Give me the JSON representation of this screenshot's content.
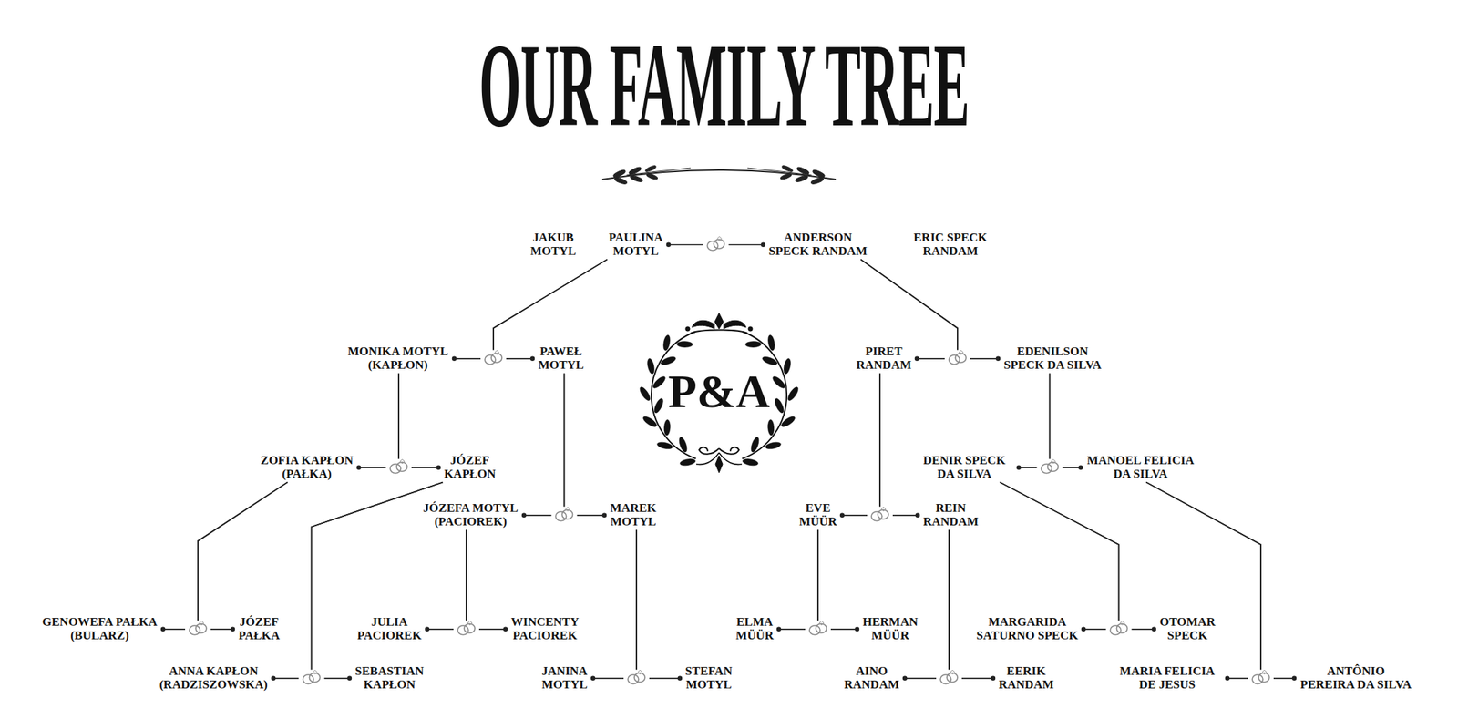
{
  "diagram": {
    "title": "OUR FAMILY TREE",
    "nodes": [
      {
        "text": [
          "JAKUB MOTYL"
        ]
      },
      {
        "text": [
          "PAULINA MOTYL"
        ]
      },
      {
        "text": [
          "ANDERSON SPECK RANDAM"
        ]
      },
      {
        "text": [
          "ERIC SPECK RANDAM"
        ]
      },
      {
        "text": [
          "MONIKA MOTYL (KAPŁON)"
        ]
      },
      {
        "text": [
          "PAWEŁ MOTYL"
        ]
      },
      {
        "text": [
          "PIRET RANDAM"
        ]
      },
      {
        "text": [
          "EDENILSON SPECK DA SILVA"
        ]
      },
      {
        "text": [
          "ZOFIA KAPŁON (PAŁKA)"
        ]
      },
      {
        "text": [
          "JÓZEF KAPŁON"
        ]
      },
      {
        "text": [
          "DENIR SPECK DA SILVA"
        ]
      },
      {
        "text": [
          "MANOEL FELICIA DA SILVA"
        ]
      },
      {
        "text": [
          "JÓZEFA MOTYL (PACIOREK)"
        ]
      },
      {
        "text": [
          "MAREK MOTYL"
        ]
      },
      {
        "text": [
          "EVE MÜÜR"
        ]
      },
      {
        "text": [
          "REIN RANDAM"
        ]
      },
      {
        "text": [
          "GENOWEFA PAŁKA (BULARZ)"
        ]
      },
      {
        "text": [
          "JÓZEF PAŁKA"
        ]
      },
      {
        "text": [
          "JULIA PACIOREK"
        ]
      },
      {
        "text": [
          "WINCENTY PACIOREK"
        ]
      },
      {
        "text": [
          "ELMA MÜÜR"
        ]
      },
      {
        "text": [
          "HERMAN MÜÜR"
        ]
      },
      {
        "text": [
          "MARGARIDA SATURNO SPECK"
        ]
      },
      {
        "text": [
          "OTOMAR SPECK"
        ]
      },
      {
        "text": [
          "ANNA KAPŁON (RADZISZOWSKA)"
        ]
      },
      {
        "text": [
          "SEBASTIAN KAPŁON"
        ]
      },
      {
        "text": [
          "JANINA MOTYL"
        ]
      },
      {
        "text": [
          "STEFAN MOTYL"
        ]
      },
      {
        "text": [
          "AINO RANDAM"
        ]
      },
      {
        "text": [
          "EERIK RANDAM"
        ]
      },
      {
        "text": [
          "MARIA FELICIA DE JESUS"
        ]
      },
      {
        "text": [
          "ANTÔNIO PEREIRA DA SILVA"
        ]
      }
    ],
    "edges": [
      {
        "from": 1,
        "to": 2,
        "arrow": "none"
      },
      {
        "from": 4,
        "to": 5,
        "arrow": "none"
      },
      {
        "from": 6,
        "to": 7,
        "arrow": "none"
      },
      {
        "from": 8,
        "to": 9,
        "arrow": "none"
      },
      {
        "from": 10,
        "to": 11,
        "arrow": "none"
      },
      {
        "from": 12,
        "to": 13,
        "arrow": "none"
      },
      {
        "from": 14,
        "to": 15,
        "arrow": "none"
      },
      {
        "from": 16,
        "to": 17,
        "arrow": "none"
      },
      {
        "from": 18,
        "to": 19,
        "arrow": "none"
      },
      {
        "from": 20,
        "to": 21,
        "arrow": "none"
      },
      {
        "from": 22,
        "to": 23,
        "arrow": "none"
      },
      {
        "from": 24,
        "to": 25,
        "arrow": "none"
      },
      {
        "from": 26,
        "to": 27,
        "arrow": "none"
      },
      {
        "from": 28,
        "to": 29,
        "arrow": "none"
      },
      {
        "from": 30,
        "to": 31,
        "arrow": "none"
      },
      {
        "from": 1,
        "to": 4,
        "arrow": "none"
      },
      {
        "from": 1,
        "to": 5,
        "arrow": "none"
      },
      {
        "from": 2,
        "to": 6,
        "arrow": "none"
      },
      {
        "from": 2,
        "to": 7,
        "arrow": "none"
      },
      {
        "from": 4,
        "to": 8,
        "arrow": "none"
      },
      {
        "from": 4,
        "to": 9,
        "arrow": "none"
      },
      {
        "from": 5,
        "to": 12,
        "arrow": "none"
      },
      {
        "from": 5,
        "to": 13,
        "arrow": "none"
      },
      {
        "from": 6,
        "to": 14,
        "arrow": "none"
      },
      {
        "from": 6,
        "to": 15,
        "arrow": "none"
      },
      {
        "from": 7,
        "to": 10,
        "arrow": "none"
      },
      {
        "from": 7,
        "to": 11,
        "arrow": "none"
      },
      {
        "from": 8,
        "to": 16,
        "arrow": "none"
      },
      {
        "from": 8,
        "to": 17,
        "arrow": "none"
      },
      {
        "from": 9,
        "to": 24,
        "arrow": "none"
      },
      {
        "from": 9,
        "to": 25,
        "arrow": "none"
      },
      {
        "from": 12,
        "to": 18,
        "arrow": "none"
      },
      {
        "from": 12,
        "to": 19,
        "arrow": "none"
      },
      {
        "from": 13,
        "to": 26,
        "arrow": "none"
      },
      {
        "from": 13,
        "to": 27,
        "arrow": "none"
      },
      {
        "from": 14,
        "to": 20,
        "arrow": "none"
      },
      {
        "from": 14,
        "to": 21,
        "arrow": "none"
      },
      {
        "from": 15,
        "to": 28,
        "arrow": "none"
      },
      {
        "from": 15,
        "to": 29,
        "arrow": "none"
      },
      {
        "from": 10,
        "to": 22,
        "arrow": "none"
      },
      {
        "from": 10,
        "to": 23,
        "arrow": "none"
      },
      {
        "from": 11,
        "to": 30,
        "arrow": "none"
      },
      {
        "from": 11,
        "to": 31,
        "arrow": "none"
      }
    ],
    "labels": [
      "P&A"
    ]
  }
}
